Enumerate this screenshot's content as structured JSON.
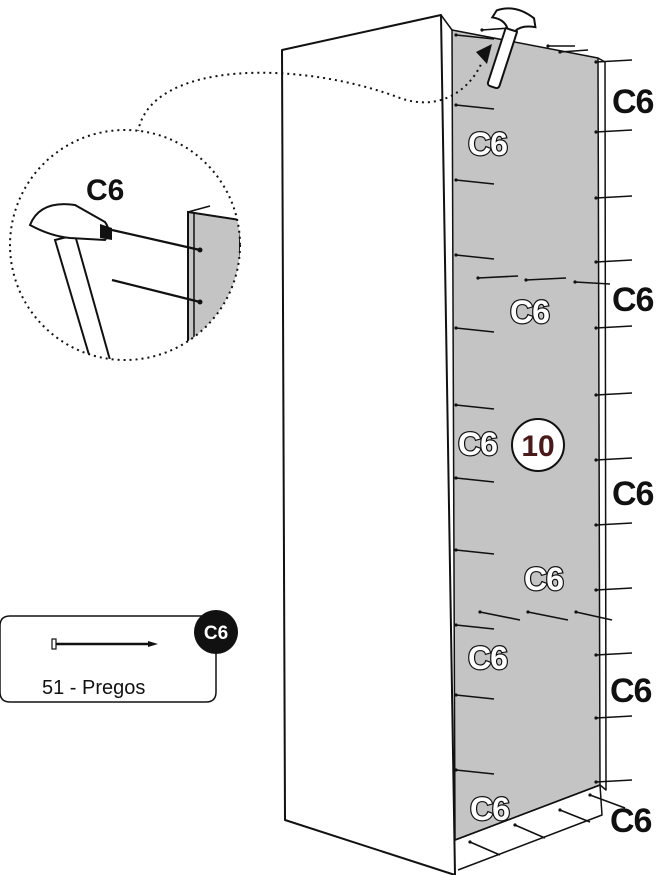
{
  "part_label": "C6",
  "step_number": "10",
  "legend": {
    "code": "C6",
    "caption": "51 - Pregos"
  },
  "colors": {
    "panel": "#c4c4c4",
    "line": "#111111",
    "step_badge_text": "#4a1a1a"
  }
}
